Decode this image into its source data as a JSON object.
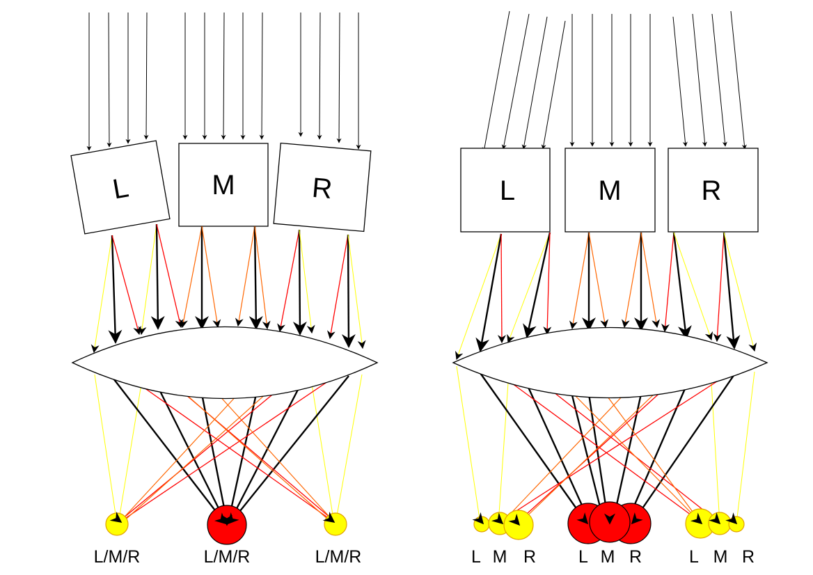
{
  "colors": {
    "background": "#ffffff",
    "outline": "#000000",
    "ray_black": "#000000",
    "ray_red": "#ff0000",
    "ray_orange": "#ff6600",
    "ray_yellow": "#ffff00",
    "spot_red": "#ff0000",
    "spot_yellow": "#ffff00"
  },
  "left_panel": {
    "boxes": [
      {
        "label": "L"
      },
      {
        "label": "M"
      },
      {
        "label": "R"
      }
    ],
    "spot_labels": [
      "L/M/R",
      "L/M/R",
      "L/M/R"
    ]
  },
  "right_panel": {
    "boxes": [
      {
        "label": "L"
      },
      {
        "label": "M"
      },
      {
        "label": "R"
      }
    ],
    "spot_labels": [
      "L",
      "M",
      "R",
      "L",
      "M",
      "R",
      "L",
      "M",
      "R"
    ]
  }
}
